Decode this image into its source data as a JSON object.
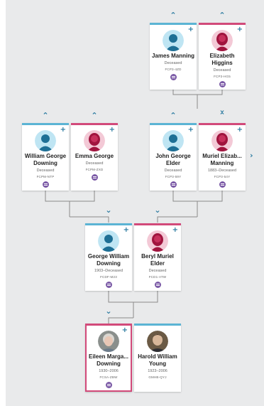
{
  "tree": {
    "colors": {
      "male": "#5bb4d4",
      "female": "#d24a7a",
      "connector": "#8a8a8a",
      "accent": "#2a7aa0",
      "tree_button": "#7b5aa6"
    },
    "side_expand_icon": "chevron-right-icon",
    "expand_icon": "chevron-up-icon",
    "collapse_icon": "chevron-down-icon",
    "add_icon": "plus-icon",
    "persons": {
      "james": {
        "name": "James Manning",
        "dates": "Deceased",
        "id": "FCP3-4ZD",
        "sex": "male",
        "avatar": "male-avatar-icon"
      },
      "elizabeth": {
        "name": "Elizabeth Higgins",
        "dates": "Deceased",
        "id": "FCP3-HG5",
        "sex": "female",
        "avatar": "female-avatar-icon"
      },
      "william": {
        "name": "William George Downing",
        "dates": "Deceased",
        "id": "FCPM-NTP",
        "sex": "male",
        "avatar": "male-avatar-icon"
      },
      "emma": {
        "name": "Emma George",
        "dates": "Deceased",
        "id": "FCPM-ZXD",
        "sex": "female",
        "avatar": "female-avatar-icon"
      },
      "john": {
        "name": "John George Elder",
        "dates": "Deceased",
        "id": "FCP3-59Y",
        "sex": "male",
        "avatar": "male-avatar-icon"
      },
      "muriel": {
        "name": "Muriel Elizab... Manning",
        "dates": "1883–Deceased",
        "id": "FCP3-54Y",
        "sex": "female",
        "avatar": "female-avatar-icon"
      },
      "george": {
        "name": "George William Downing",
        "dates": "1903–Deceased",
        "id": "FCDF-M23",
        "sex": "male",
        "avatar": "male-avatar-icon"
      },
      "beryl": {
        "name": "Beryl Muriel Elder",
        "dates": "Deceased",
        "id": "FCD1-ATW",
        "sex": "female",
        "avatar": "female-avatar-icon"
      },
      "eileen": {
        "name": "Eileen Marga... Downing",
        "dates": "1930–2006",
        "id": "FCSA-ZBW",
        "sex": "female",
        "avatar": "photo-avatar-icon"
      },
      "harold": {
        "name": "Harold William Young",
        "dates": "1923–2006",
        "id": "GMHB-QYJ",
        "sex": "male",
        "avatar": "photo-avatar-icon"
      }
    }
  }
}
